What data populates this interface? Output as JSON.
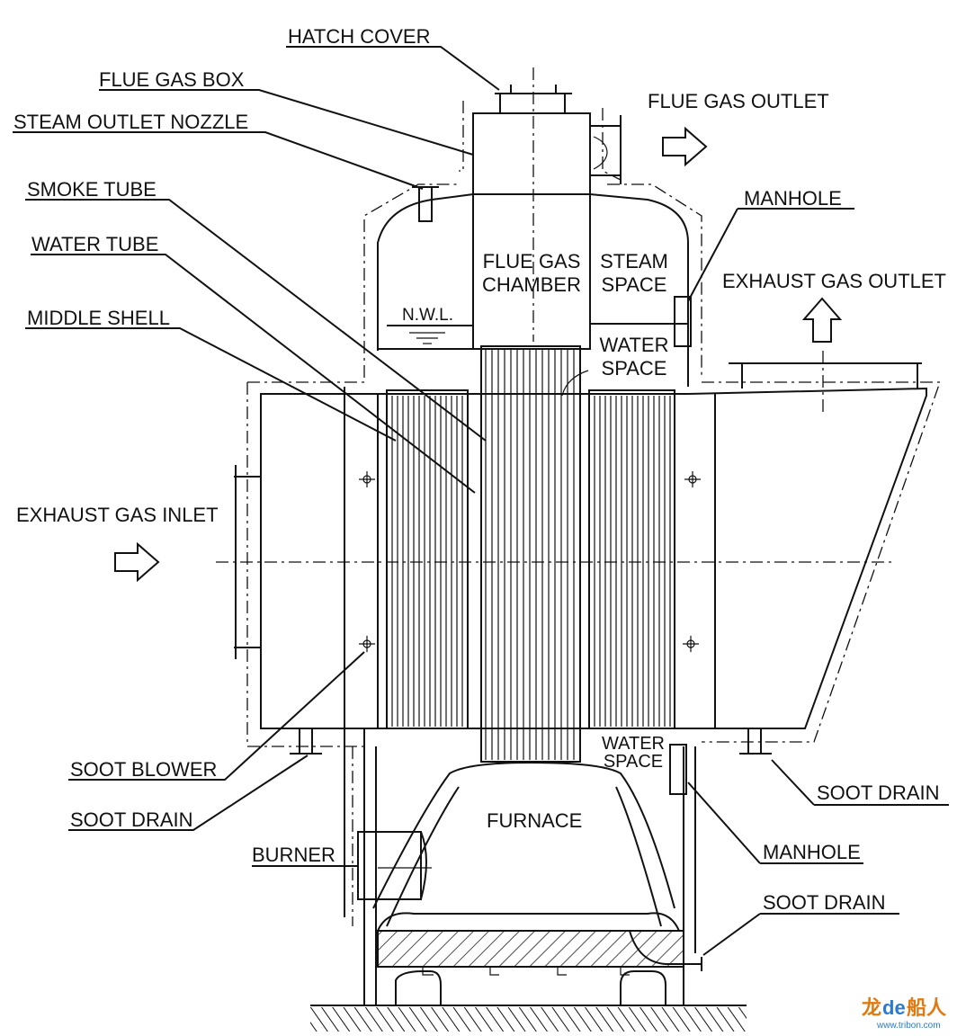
{
  "labels": {
    "hatch_cover": "HATCH COVER",
    "flue_gas_box": "FLUE GAS BOX",
    "steam_outlet_nozzle": "STEAM OUTLET NOZZLE",
    "smoke_tube": "SMOKE TUBE",
    "water_tube": "WATER TUBE",
    "middle_shell": "MIDDLE SHELL",
    "flue_gas_outlet": "FLUE GAS OUTLET",
    "manhole_top": "MANHOLE",
    "exhaust_gas_outlet": "EXHAUST GAS OUTLET",
    "flue_gas_chamber_1": "FLUE GAS",
    "flue_gas_chamber_2": "CHAMBER",
    "steam_space_1": "STEAM",
    "steam_space_2": "SPACE",
    "nwl": "N.W.L.",
    "water_space_upper_1": "WATER",
    "water_space_upper_2": "SPACE",
    "exhaust_gas_inlet": "EXHAUST GAS INLET",
    "water_space_lower_1": "WATER",
    "water_space_lower_2": "SPACE",
    "soot_blower": "SOOT BLOWER",
    "soot_drain_left": "SOOT DRAIN",
    "soot_drain_right": "SOOT DRAIN",
    "furnace": "FURNACE",
    "burner": "BURNER",
    "manhole_bottom": "MANHOLE",
    "soot_drain_bottom": "SOOT DRAIN"
  },
  "watermark": {
    "part_a": "龙",
    "part_b": "de",
    "part_c": "船人",
    "url": "www.tribon.com"
  },
  "colors": {
    "line": "#111111",
    "background": "#ffffff",
    "watermark_orange": "#e07a10",
    "watermark_blue": "#2a7bd0"
  }
}
